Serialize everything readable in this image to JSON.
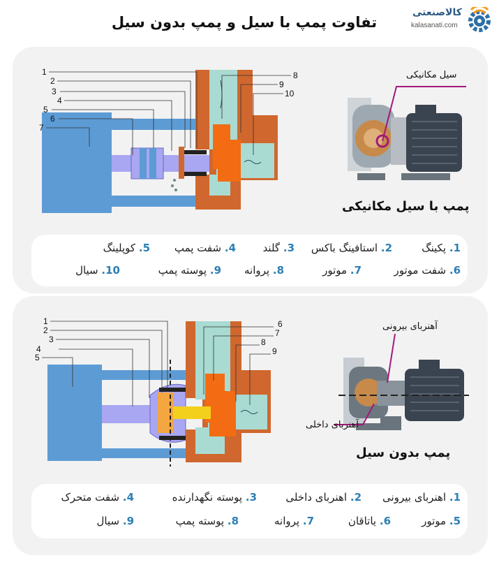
{
  "title": "تفاوت پمپ با سیل و پمپ بدون سیل",
  "brand": {
    "name_fa": "کالاصنعتی",
    "site": "kalasanati.com"
  },
  "colors": {
    "motor": "#5d9bd5",
    "shaft": "#a9a6f2",
    "casing": "#d0672e",
    "impeller": "#f36c13",
    "fluid": "#a9dbd2",
    "label_line": "#a2197a",
    "number": "#2c7fb5"
  },
  "seal_pump": {
    "caption": "پمپ با سیل مکانیکی",
    "pointer_label": "سیل مکانیکی",
    "callouts": [
      "1",
      "2",
      "3",
      "4",
      "5",
      "6",
      "7",
      "8",
      "9",
      "10"
    ],
    "legend": [
      {
        "num": "1.",
        "text": "پکینگ"
      },
      {
        "num": "2.",
        "text": "استافینگ باکس"
      },
      {
        "num": "3.",
        "text": "گلند"
      },
      {
        "num": "4.",
        "text": "شفت پمپ"
      },
      {
        "num": "5.",
        "text": "کوپلینگ"
      },
      {
        "num": "6.",
        "text": "شفت موتور"
      },
      {
        "num": "7.",
        "text": "موتور"
      },
      {
        "num": "8.",
        "text": "پروانه"
      },
      {
        "num": "9.",
        "text": "پوسته پمپ"
      },
      {
        "num": "10.",
        "text": "سیال"
      }
    ]
  },
  "sealless_pump": {
    "caption": "پمپ بدون سیل",
    "outer_magnet_label": "آهنربای بیرونی",
    "inner_magnet_label": "آهنربای داخلی",
    "callouts": [
      "1",
      "2",
      "3",
      "4",
      "5",
      "6",
      "7",
      "8",
      "9"
    ],
    "legend": [
      {
        "num": "1.",
        "text": "اهنربای بیرونی"
      },
      {
        "num": "2.",
        "text": "اهنربای داخلی"
      },
      {
        "num": "3.",
        "text": "پوسته نگهدارنده"
      },
      {
        "num": "4.",
        "text": "شفت متحرک"
      },
      {
        "num": "5.",
        "text": "موتور"
      },
      {
        "num": "6.",
        "text": "یاتاقان"
      },
      {
        "num": "7.",
        "text": "پروانه"
      },
      {
        "num": "8.",
        "text": "پوسته پمپ"
      },
      {
        "num": "9.",
        "text": "سیال"
      }
    ]
  }
}
